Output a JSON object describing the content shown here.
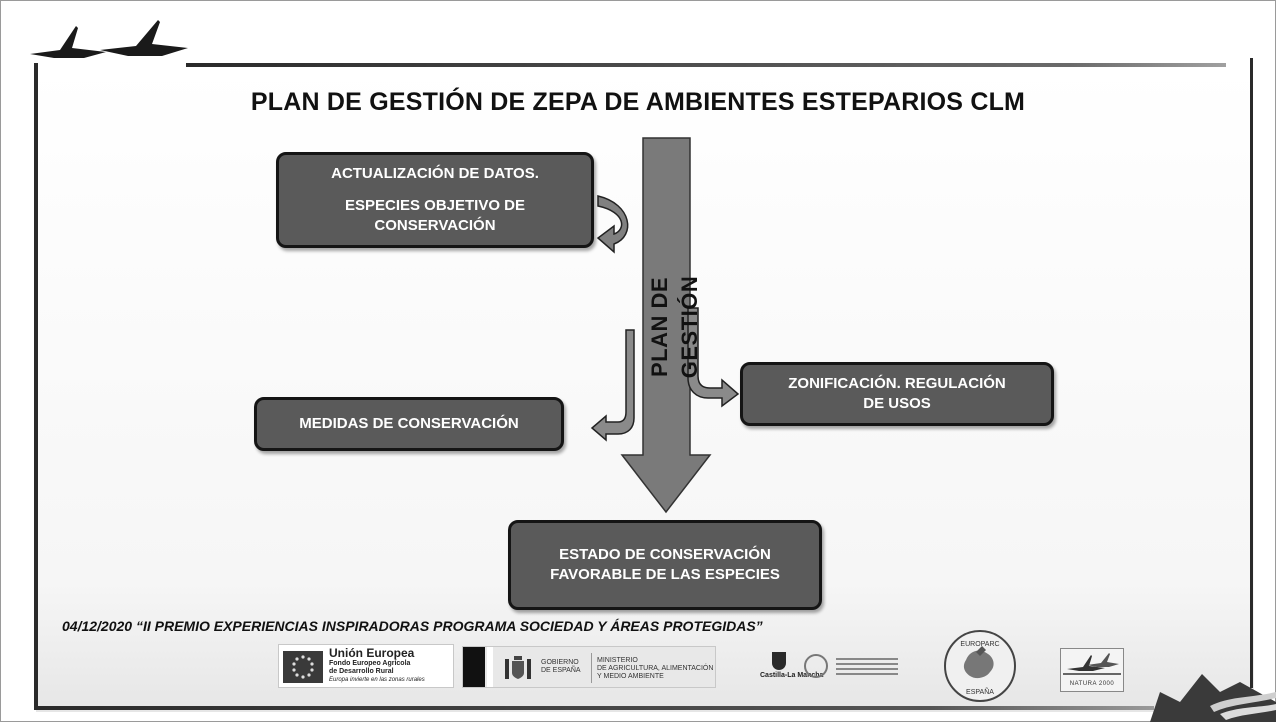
{
  "slide": {
    "title": "PLAN DE GESTIÓN DE ZEPA DE AMBIENTES ESTEPARIOS CLM",
    "footer_caption": "04/12/2020 “II PREMIO EXPERIENCIAS INSPIRADORAS PROGRAMA SOCIEDAD Y ÁREAS PROTEGIDAS”"
  },
  "diagram": {
    "central_arrow_label": "PLAN DE GESTIÓN",
    "box_datos": {
      "line1": "ACTUALIZACIÓN DE DATOS.",
      "line2": "ESPECIES OBJETIVO DE",
      "line3": "CONSERVACIÓN"
    },
    "box_medidas": "MEDIDAS DE CONSERVACIÓN",
    "box_zonificacion": {
      "line1": "ZONIFICACIÓN. REGULACIÓN",
      "line2": "DE USOS"
    },
    "box_estado": {
      "line1": "ESTADO DE CONSERVACIÓN",
      "line2": "FAVORABLE DE LAS ESPECIES"
    }
  },
  "logos": {
    "eu": {
      "name": "Unión Europea",
      "line1": "Fondo Europeo Agrícola",
      "line2": "de Desarrollo Rural",
      "tagline": "Europa invierte en las zonas rurales"
    },
    "gobierno": {
      "left1": "GOBIERNO",
      "left2": "DE ESPAÑA",
      "right1": "MINISTERIO",
      "right2": "DE AGRICULTURA, ALIMENTACIÓN",
      "right3": "Y MEDIO AMBIENTE"
    },
    "clm": {
      "name": "Castilla-La Mancha"
    },
    "europarc": {
      "top": "EUROPARC",
      "bottom": "ESPAÑA"
    },
    "natura": {
      "text": "NATURA 2000"
    }
  },
  "colors": {
    "box_fill": "#5a5a5a",
    "box_border": "#151515",
    "arrow_fill": "#7a7a7a"
  }
}
